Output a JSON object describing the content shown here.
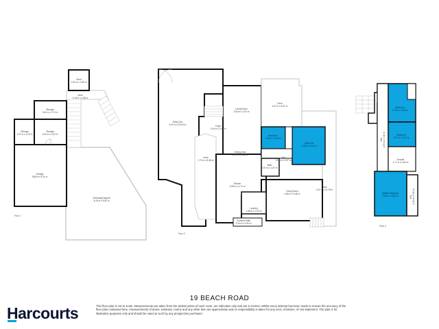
{
  "title": "19 BEACH ROAD",
  "brand": {
    "name": "Harcourts",
    "accent_color": "#00a0d2",
    "text_color": "#0b1433"
  },
  "disclaimer": "This floor plan is not to scale. Measurements are taken from the widest points of each room, are indicative only and are in metres. Whilst every attempt has been made to ensure the accuracy of the floor plan contained here, measurements of doors, windows, rooms and any other item are approximate and no responsibility is taken for any error, omission, of mis-statement. The plan is for illustrative purposes only and should be used as such by any prospective purchaser.",
  "colors": {
    "bedroom_fill": "#0ea5e0",
    "wall": "#111111",
    "outline": "#bdbdbd"
  },
  "floors": [
    {
      "label": "Floor 1",
      "rooms": [
        {
          "name": "Shed",
          "dims": "1.91 m x 1.83 m"
        },
        {
          "name": "Deck",
          "dims": "4.18 m x 1.88 m"
        },
        {
          "name": "Storage",
          "dims": "3.61 m x 1.70 m"
        },
        {
          "name": "Storage",
          "dims": "1.97 m x 2.42 m"
        },
        {
          "name": "Storage",
          "dims": "2.61 m x 2.42 m"
        },
        {
          "name": "Garage",
          "dims": "5.88 m x 5.11 m"
        },
        {
          "name": "Driveway/Carpark",
          "dims": "8.19 m x 8.62 m"
        }
      ]
    },
    {
      "label": "Floor 2",
      "rooms": [
        {
          "name": "Sleep Out",
          "dims": "6.20 m x 15.00 m"
        },
        {
          "name": "Living Room",
          "dims": "3.90 m x 3.03 m"
        },
        {
          "name": "Deck",
          "dims": "4.27 m x 4.87 m"
        },
        {
          "name": "Foyer",
          "dims": "1.00 m x 1.90 m"
        },
        {
          "name": "Bedroom",
          "dims": "2.53 m x 2.84 m"
        },
        {
          "name": "Bedroom",
          "dims": "3.39 m x 3.51 m"
        },
        {
          "name": "Deck",
          "dims": "2.72 m x 8.38 m"
        },
        {
          "name": "Dining Area",
          "dims": "3.78 m x 3.68 m"
        },
        {
          "name": "Hall",
          "dims": "3.57 m x 0.97 m"
        },
        {
          "name": "Bath",
          "dims": "1.57 m x 1.87 m"
        },
        {
          "name": "Kitchen",
          "dims": "3.95 m x 4.71 m"
        },
        {
          "name": "Living Room",
          "dims": "4.86 m x 3.48 m"
        },
        {
          "name": "Deck",
          "dims": "3.12 m x 11.75 m"
        },
        {
          "name": "Laundry",
          "dims": "1.96 m x 1.93 m"
        },
        {
          "name": "Covered Patio",
          "dims": "3.24 m x 0.99 m"
        }
      ]
    },
    {
      "label": "Floor 3",
      "rooms": [
        {
          "name": "Bedroom",
          "dims": "2.70 m x 3.95 m"
        },
        {
          "name": "Bedroom",
          "dims": "2.77 m x 2.67 m"
        },
        {
          "name": "Hall",
          "dims": "1.55 m x 7.10 m"
        },
        {
          "name": "Ensuite",
          "dims": "2.77 m x 0.83 m"
        },
        {
          "name": "Master Bedroom",
          "dims": "3.68 m x 3.90 m"
        },
        {
          "name": "WIC",
          "dims": "1.10 m x 3.30 m"
        }
      ]
    }
  ]
}
